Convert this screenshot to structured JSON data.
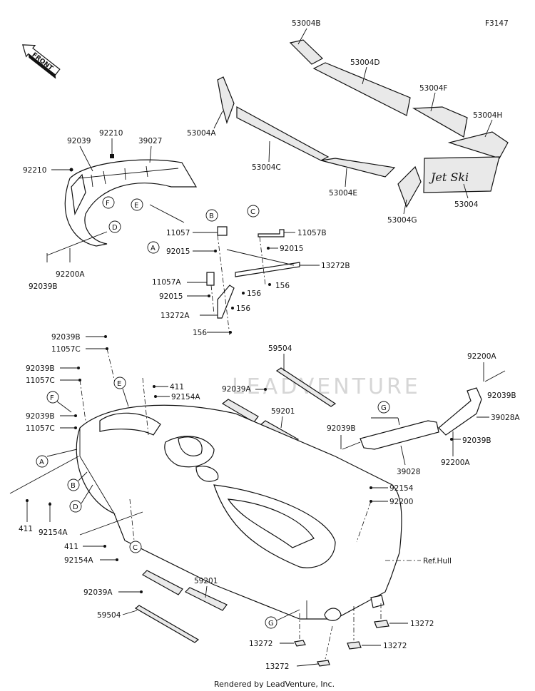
{
  "figure_code": "F3147",
  "front_arrow_label": "FRONT",
  "watermark": "LEADVENTURE",
  "footer": "Rendered by LeadVenture, Inc.",
  "ref_label": "Ref.Hull",
  "callouts": [
    "A",
    "B",
    "C",
    "D",
    "E",
    "F",
    "G"
  ],
  "decals": {
    "d53004": "53004",
    "d53004A": "53004A",
    "d53004B": "53004B",
    "d53004C": "53004C",
    "d53004D": "53004D",
    "d53004E": "53004E",
    "d53004F": "53004F",
    "d53004G": "53004G",
    "d53004H": "53004H"
  },
  "parts": {
    "p11057": "11057",
    "p11057A": "11057A",
    "p11057B": "11057B",
    "p11057C": "11057C",
    "p13272": "13272",
    "p13272A": "13272A",
    "p13272B": "13272B",
    "p156": "156",
    "p39027": "39027",
    "p39028": "39028",
    "p39028A": "39028A",
    "p411": "411",
    "p59201": "59201",
    "p59504": "59504",
    "p92015": "92015",
    "p92039": "92039",
    "p92039A": "92039A",
    "p92039B": "92039B",
    "p92154": "92154",
    "p92154A": "92154A",
    "p92200": "92200",
    "p92200A": "92200A",
    "p92210": "92210"
  }
}
